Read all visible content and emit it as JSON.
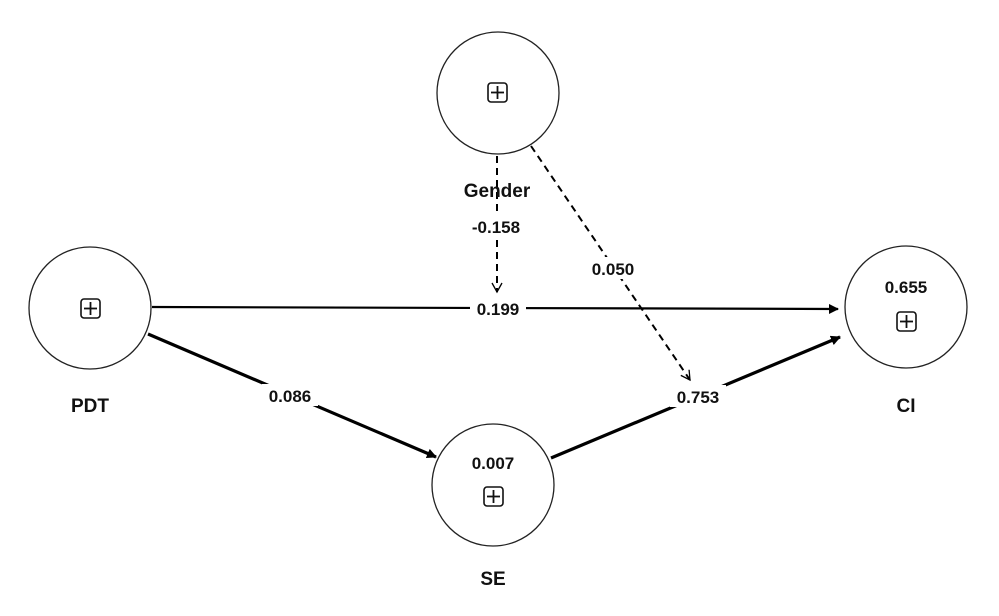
{
  "nodes": {
    "gender": {
      "label": "Gender",
      "r2": ""
    },
    "pdt": {
      "label": "PDT",
      "r2": ""
    },
    "se": {
      "label": "SE",
      "r2": "0.007"
    },
    "ci": {
      "label": "CI",
      "r2": "0.655"
    }
  },
  "edges": {
    "pdt_ci": "0.199",
    "pdt_se": "0.086",
    "se_ci": "0.753",
    "gender_pdt_ci": "-0.158",
    "gender_se_ci": "0.050"
  },
  "colors": {
    "stroke": "#000000",
    "background": "#ffffff"
  },
  "icons": {
    "node_expand": "plus-square-icon"
  }
}
